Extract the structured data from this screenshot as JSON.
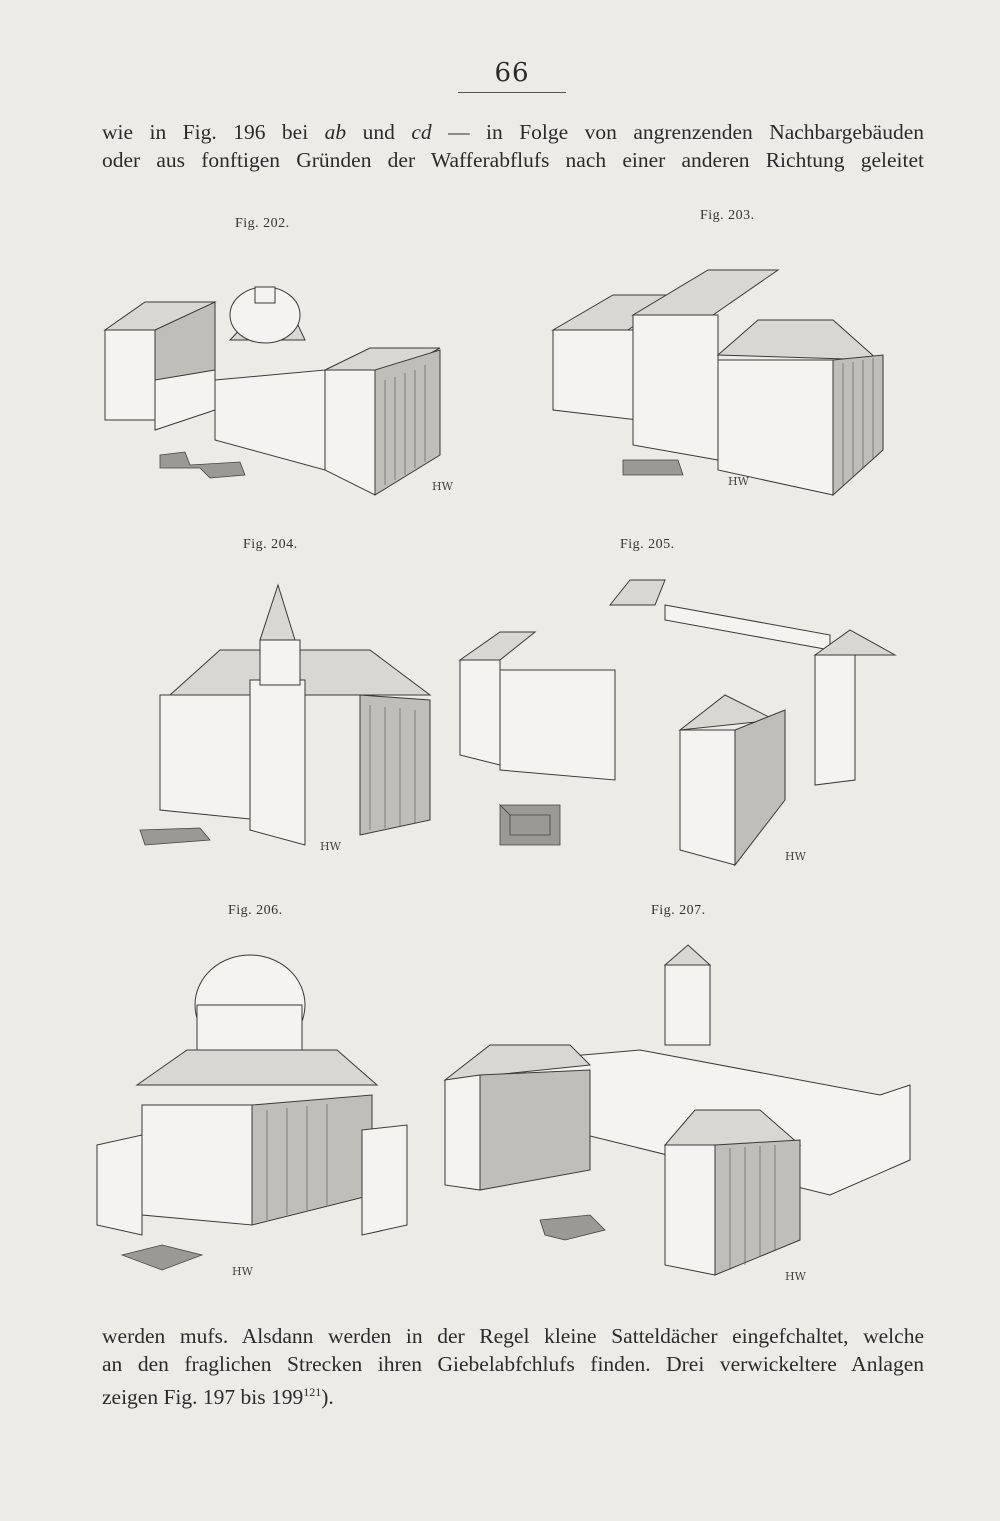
{
  "page_number": "66",
  "top_text": {
    "line1_a": "wie in Fig. 196 bei ",
    "line1_b": "ab",
    "line1_c": " und ",
    "line1_d": "cd",
    "line1_e": " — in Folge von angrenzenden Nachbargebäuden",
    "line2": "oder aus fonftigen Gründen der Wafferabflufs nach einer anderen Richtung geleitet"
  },
  "figures": {
    "fig202": "Fig. 202.",
    "fig203": "Fig. 203.",
    "fig204": "Fig. 204.",
    "fig205": "Fig. 205.",
    "fig206": "Fig. 206.",
    "fig207": "Fig. 207."
  },
  "signature": "HW",
  "bottom_text": {
    "line1": "werden mufs. Alsdann werden in der Regel kleine Satteldächer eingefchaltet, welche",
    "line2": "an den fraglichen Strecken ihren Giebelabfchlufs finden. Drei verwickeltere Anlagen",
    "line3_a": "zeigen Fig. 197 bis 199",
    "line3_b": "121",
    "line3_c": ")."
  }
}
